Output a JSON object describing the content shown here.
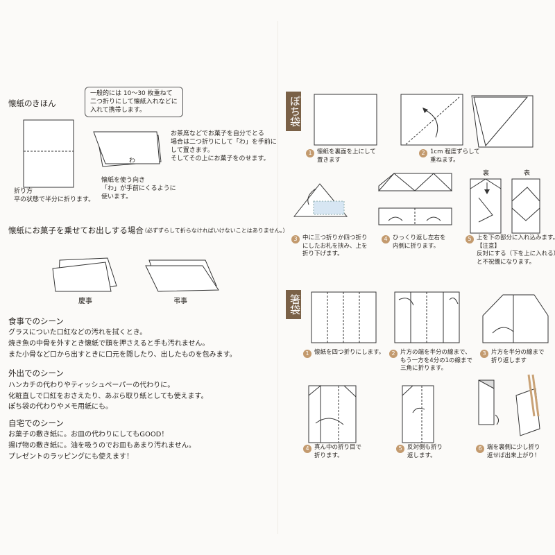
{
  "left": {
    "basics_title": "懐紙のきほん",
    "note_box": [
      "一般的には 10〜30 枚重ねて",
      "二つ折りにして懐紙入れなどに",
      "入れて携帯します。"
    ],
    "fold_caption": [
      "折り方",
      "平の状態で半分に折ります。"
    ],
    "wa_label": "わ",
    "usage_caption": [
      "懐紙を使う向き",
      "「わ」が手前にくるように",
      "使います。"
    ],
    "tea_text": [
      "お茶席などでお菓子を自分でとる",
      "場合は二つ折りにして「わ」を手前に",
      "して置きます。",
      "そしてその上にお菓子をのせます。"
    ],
    "serving_title": "懐紙にお菓子を乗せてお出しする場合",
    "serving_note": "（必ずずらして折らなければいけないことはありません。）",
    "keiji_label": "慶事",
    "choji_label": "弔事",
    "meal_title": "食事でのシーン",
    "meal_lines": [
      "グラスについた口紅などの汚れを拭くとき。",
      "焼き魚の中骨を外すとき懐紙で頭を押さえると手も汚れません。",
      "また小骨など口から出すときに口元を隠したり、出したものを包みます。"
    ],
    "out_title": "外出でのシーン",
    "out_lines": [
      "ハンカチの代わりやティッシュペーパーの代わりに。",
      "化粧直しで口紅をおさえたり、あぶら取り紙としても使えます。",
      "ぽち袋の代わりやメモ用紙にも。"
    ],
    "home_title": "自宅でのシーン",
    "home_lines": [
      "お菓子の敷き紙に。お皿の代わりにしてもGOOD！",
      "揚げ物の敷き紙に。油を吸うのでお皿もあまり汚れません。",
      "プレゼントのラッピングにも使えます！"
    ]
  },
  "pochi": {
    "title": "ぽち袋",
    "steps": [
      {
        "num": "1",
        "text": "懐紙を裏面を上にして\n置きます"
      },
      {
        "num": "2",
        "text": "1cm 程度ずらして\n重ねます。"
      },
      {
        "num": "3",
        "text": "中に三つ折りか四つ折り\nにしたお札を挟み、上を\n折り下げます。"
      },
      {
        "num": "4",
        "text": "ひっくり返し左右を\n内側に折ります。"
      },
      {
        "num": "5",
        "text": "上を下の部分に入れ込みます。\n【注意】\n反対にする（下を上に入れる）\nと不祝儀になります。"
      }
    ],
    "back_label": "裏",
    "front_label": "表"
  },
  "hashi": {
    "title": "箸袋",
    "steps": [
      {
        "num": "1",
        "text": "懐紙を四つ折りにします。"
      },
      {
        "num": "2",
        "text": "片方の端を半分の線まで、\nもう一方を4分の1の線まで\n三角に折ります。"
      },
      {
        "num": "3",
        "text": "片方を半分の線まで\n折り返します"
      },
      {
        "num": "4",
        "text": "真ん中の折り目で\n折ります。"
      },
      {
        "num": "5",
        "text": "反対側も折り\n返します。"
      },
      {
        "num": "6",
        "text": "端を裏側に少し折り\n返せば出来上がり！"
      }
    ]
  }
}
